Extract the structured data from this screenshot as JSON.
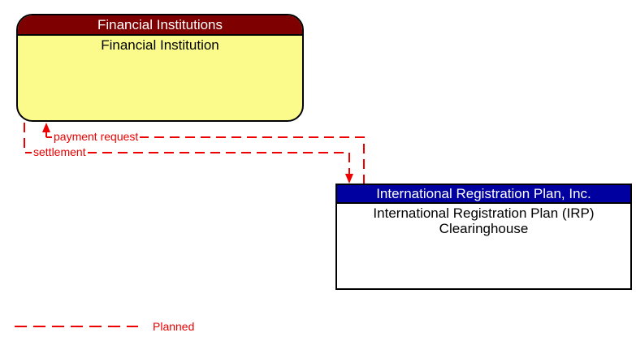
{
  "nodes": {
    "financial": {
      "header": "Financial Institutions",
      "body": "Financial Institution",
      "header_color": "#7E0000",
      "body_color": "#FBFB8B"
    },
    "irp": {
      "header": "International Registration Plan, Inc.",
      "body": "International Registration Plan (IRP) Clearinghouse",
      "header_color": "#0000A0",
      "body_color": "#FFFFFF"
    }
  },
  "connectors": [
    {
      "label": "payment request",
      "from": "International Registration Plan (IRP) Clearinghouse",
      "to": "Financial Institution",
      "line_style": "dashed",
      "color": "#EC0000"
    },
    {
      "label": "settlement",
      "from": "Financial Institution",
      "to": "International Registration Plan (IRP) Clearinghouse",
      "line_style": "dashed",
      "color": "#EC0000"
    }
  ],
  "legend": {
    "label": "Planned",
    "line_style": "dashed",
    "color": "#EC0000"
  }
}
